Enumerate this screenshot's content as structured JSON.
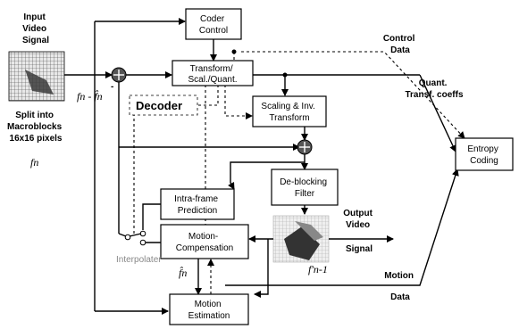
{
  "labels": {
    "input": [
      "Input",
      "Video",
      "Signal"
    ],
    "split": [
      "Split into",
      "Macroblocks",
      "16x16 pixels"
    ],
    "fn": "fn",
    "diff": "fn - f̂n",
    "minus": "-",
    "decoder": "Decoder",
    "control_data": [
      "Control",
      "Data"
    ],
    "quant_coeffs": [
      "Quant.",
      "Transf. coeffs"
    ],
    "output": [
      "Output",
      "Video",
      "Signal"
    ],
    "motion_data": [
      "Motion",
      "Data"
    ],
    "interpolater": "Interpolater",
    "fhat": "f̂n",
    "fprev": "f'n-1"
  },
  "blocks": {
    "coder_control": [
      "Coder",
      "Control"
    ],
    "transform": [
      "Transform/",
      "Scal./Quant."
    ],
    "scaling": [
      "Scaling & Inv.",
      "Transform"
    ],
    "deblocking": [
      "De-blocking",
      "Filter"
    ],
    "intra": [
      "Intra-frame",
      "Prediction"
    ],
    "motion_comp": [
      "Motion-",
      "Compensation"
    ],
    "motion_est": [
      "Motion",
      "Estimation"
    ],
    "entropy": [
      "Entropy",
      "Coding"
    ]
  },
  "icons": [
    "macroblock-grid-icon",
    "frame-buffer-icon",
    "sum-junction-icon"
  ]
}
